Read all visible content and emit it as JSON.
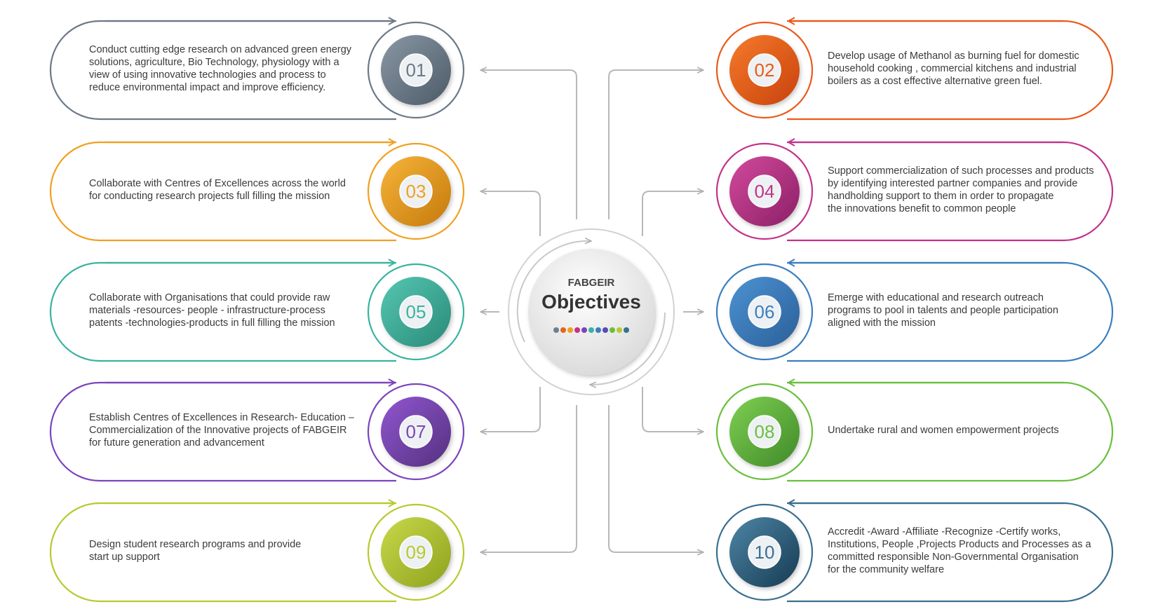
{
  "center": {
    "subtitle": "FABGEIR",
    "title": "Objectives",
    "dot_colors": [
      "#6d7f8f",
      "#e0661f",
      "#f0a020",
      "#c2338a",
      "#7b44bb",
      "#39b3a0",
      "#3a7ec0",
      "#5a4ab0",
      "#6abf3e",
      "#b8c92e",
      "#3b6f8f"
    ]
  },
  "objectives": [
    {
      "number": "01",
      "side": "left",
      "color": "#6b7987",
      "gradient": [
        "#8a98a6",
        "#4c5a67"
      ],
      "lines": [
        "Conduct cutting edge research on advanced green energy",
        "solutions, agriculture, Bio Technology, physiology with a",
        "view of using innovative technologies and process to",
        "reduce environmental impact and improve efficiency."
      ]
    },
    {
      "number": "02",
      "side": "right",
      "color": "#ea5a1a",
      "gradient": [
        "#f47a2c",
        "#c9420b"
      ],
      "lines": [
        "Develop usage of Methanol as burning fuel for domestic",
        "household cooking , commercial kitchens and industrial",
        "boilers as a cost effective alternative green fuel."
      ]
    },
    {
      "number": "03",
      "side": "left",
      "color": "#f0a020",
      "gradient": [
        "#f6b43a",
        "#c57a0c"
      ],
      "lines": [
        "Collaborate with Centres of Excellences across the world",
        "for conducting research projects full filling the mission"
      ]
    },
    {
      "number": "04",
      "side": "right",
      "color": "#c2338a",
      "gradient": [
        "#d24a9c",
        "#8c1f66"
      ],
      "lines": [
        "Support commercialization of such processes and products",
        "by identifying interested partner companies and provide",
        "handholding support to them in order to propagate",
        "the innovations benefit to common people"
      ]
    },
    {
      "number": "05",
      "side": "left",
      "color": "#39b3a0",
      "gradient": [
        "#55c7b2",
        "#2a8a78"
      ],
      "lines": [
        "Collaborate with Organisations that could provide raw",
        "materials -resources- people - infrastructure-process",
        "patents -technologies-products in full filling the mission"
      ]
    },
    {
      "number": "06",
      "side": "right",
      "color": "#3a7ec0",
      "gradient": [
        "#4d92d2",
        "#2a5f98"
      ],
      "lines": [
        "Emerge with educational and research outreach",
        "programs to pool in talents and  people participation",
        "aligned with the mission"
      ]
    },
    {
      "number": "07",
      "side": "left",
      "color": "#7b44bb",
      "gradient": [
        "#9157d0",
        "#54307f"
      ],
      "lines": [
        "Establish Centres of Excellences in Research- Education –",
        "Commercialization of the Innovative projects of FABGEIR",
        "for future generation and advancement"
      ]
    },
    {
      "number": "08",
      "side": "right",
      "color": "#6abf3e",
      "gradient": [
        "#7fcf52",
        "#3f8a29"
      ],
      "lines": [
        "Undertake rural and women empowerment projects"
      ]
    },
    {
      "number": "09",
      "side": "left",
      "color": "#b8c92e",
      "gradient": [
        "#c8d84a",
        "#8ea21e"
      ],
      "lines": [
        "Design student research programs and provide",
        "start up support"
      ]
    },
    {
      "number": "10",
      "side": "right",
      "color": "#3b6f8f",
      "gradient": [
        "#4d86a6",
        "#173a52"
      ],
      "lines": [
        "Accredit -Award -Affiliate -Recognize -Certify works,",
        "Institutions, People ,Projects Products and Processes as a",
        "committed responsible Non-Governmental Organisation",
        "for the community welfare"
      ]
    }
  ]
}
